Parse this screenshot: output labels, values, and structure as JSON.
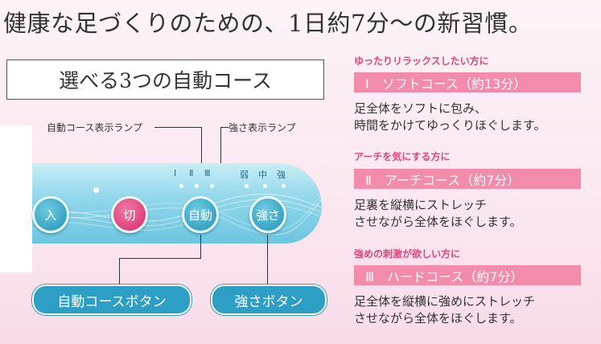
{
  "headline": "健康な足づくりのための、1日約7分〜の新習慣。",
  "course_box_title": "選べる3つの自動コース",
  "labels": {
    "auto_lamp": "自動コース表示ランプ",
    "strength_lamp": "強さ表示ランプ"
  },
  "indicators": {
    "course": [
      "Ⅰ",
      "Ⅱ",
      "Ⅲ"
    ],
    "strength": [
      "弱",
      "中",
      "強"
    ]
  },
  "buttons": {
    "on": "入",
    "off": "切",
    "auto": "自動",
    "strength": "強さ"
  },
  "callouts": {
    "auto_button": "自動コースボタン",
    "strength_button": "強さボタン"
  },
  "courses": [
    {
      "subtitle": "ゆったりリラックスしたい方に",
      "title": "Ⅰ　ソフトコース（約13分）",
      "desc_line1": "足全体をソフトに包み、",
      "desc_line2": "時間をかけてゆっくりほぐします。"
    },
    {
      "subtitle": "アーチを気にする方に",
      "title": "Ⅱ　アーチコース（約7分）",
      "desc_line1": "足裏を縦横にストレッチ",
      "desc_line2": "させながら全体をほぐします。"
    },
    {
      "subtitle": "強めの刺激が欲しい方に",
      "title": "Ⅲ　ハードコース（約7分）",
      "desc_line1": "足全体を縦横に強めにストレッチ",
      "desc_line2": "させながら全体をほぐします。"
    }
  ],
  "colors": {
    "accent_pink": "#f38bab",
    "accent_blue": "#2d9fc4",
    "subtitle_pink": "#e0457b"
  }
}
